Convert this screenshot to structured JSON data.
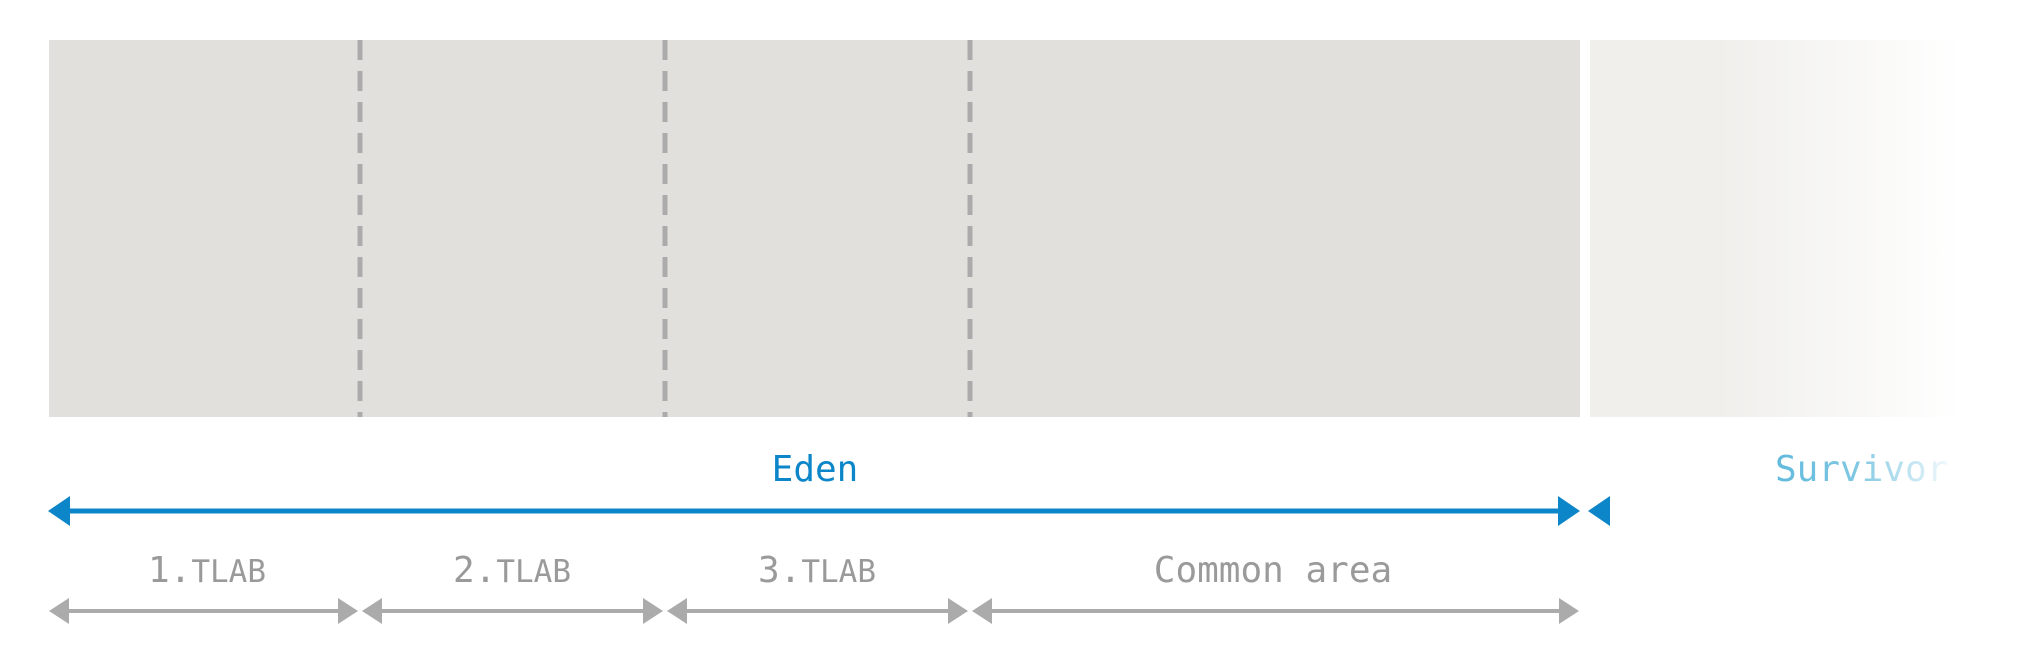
{
  "colors": {
    "eden_fill": "#e1e0dd",
    "survivor_fill": "#f0efec",
    "divider": "#ababab",
    "eden_accent": "#0d86c9",
    "survivor_accent": "#5fb9dc",
    "segment_arrow": "#ababab",
    "segment_label": "#9a9a9a",
    "background": "#ffffff"
  },
  "regions": {
    "eden": {
      "label": "Eden"
    },
    "survivor": {
      "label": "Survivor"
    }
  },
  "segments": [
    {
      "number": "1.",
      "label": "TLAB"
    },
    {
      "number": "2.",
      "label": "TLAB"
    },
    {
      "number": "3.",
      "label": "TLAB"
    },
    {
      "number": "",
      "label": "Common area"
    }
  ]
}
